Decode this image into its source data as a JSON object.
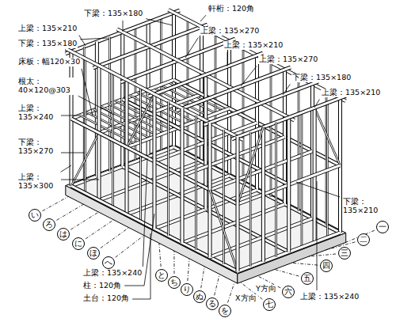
{
  "diagram": {
    "nodes": [
      {
        "text": [
          "い"
        ]
      },
      {
        "text": [
          "ろ"
        ]
      },
      {
        "text": [
          "は"
        ]
      },
      {
        "text": [
          "に"
        ]
      },
      {
        "text": [
          "ほ"
        ]
      },
      {
        "text": [
          "へ"
        ]
      },
      {
        "text": [
          "と"
        ]
      },
      {
        "text": [
          "ち"
        ]
      },
      {
        "text": [
          "り"
        ]
      },
      {
        "text": [
          "ぬ"
        ]
      },
      {
        "text": [
          "る"
        ]
      },
      {
        "text": [
          "を"
        ]
      },
      {
        "text": [
          "一"
        ]
      },
      {
        "text": [
          "二"
        ]
      },
      {
        "text": [
          "三"
        ]
      },
      {
        "text": [
          "四"
        ]
      },
      {
        "text": [
          "五"
        ]
      },
      {
        "text": [
          "六"
        ]
      },
      {
        "text": [
          "七"
        ]
      }
    ],
    "labels": [
      "下梁：135×180",
      "軒桁：120角",
      "上梁：135×270",
      "上梁：135×210",
      "上梁：135×210",
      "下梁：135×180",
      "上梁：135×270",
      "床板：幅120×30",
      "下梁：135×180",
      "根太： 40×120@303",
      "上梁：135×210",
      "上梁： 135×240",
      "下梁： 135×270",
      "上梁： 135×300",
      "下梁： 135×210",
      "上梁：135×240",
      "柱：120角",
      "土台：120角",
      "上梁：135×240",
      "X方向",
      "Y方向"
    ]
  }
}
